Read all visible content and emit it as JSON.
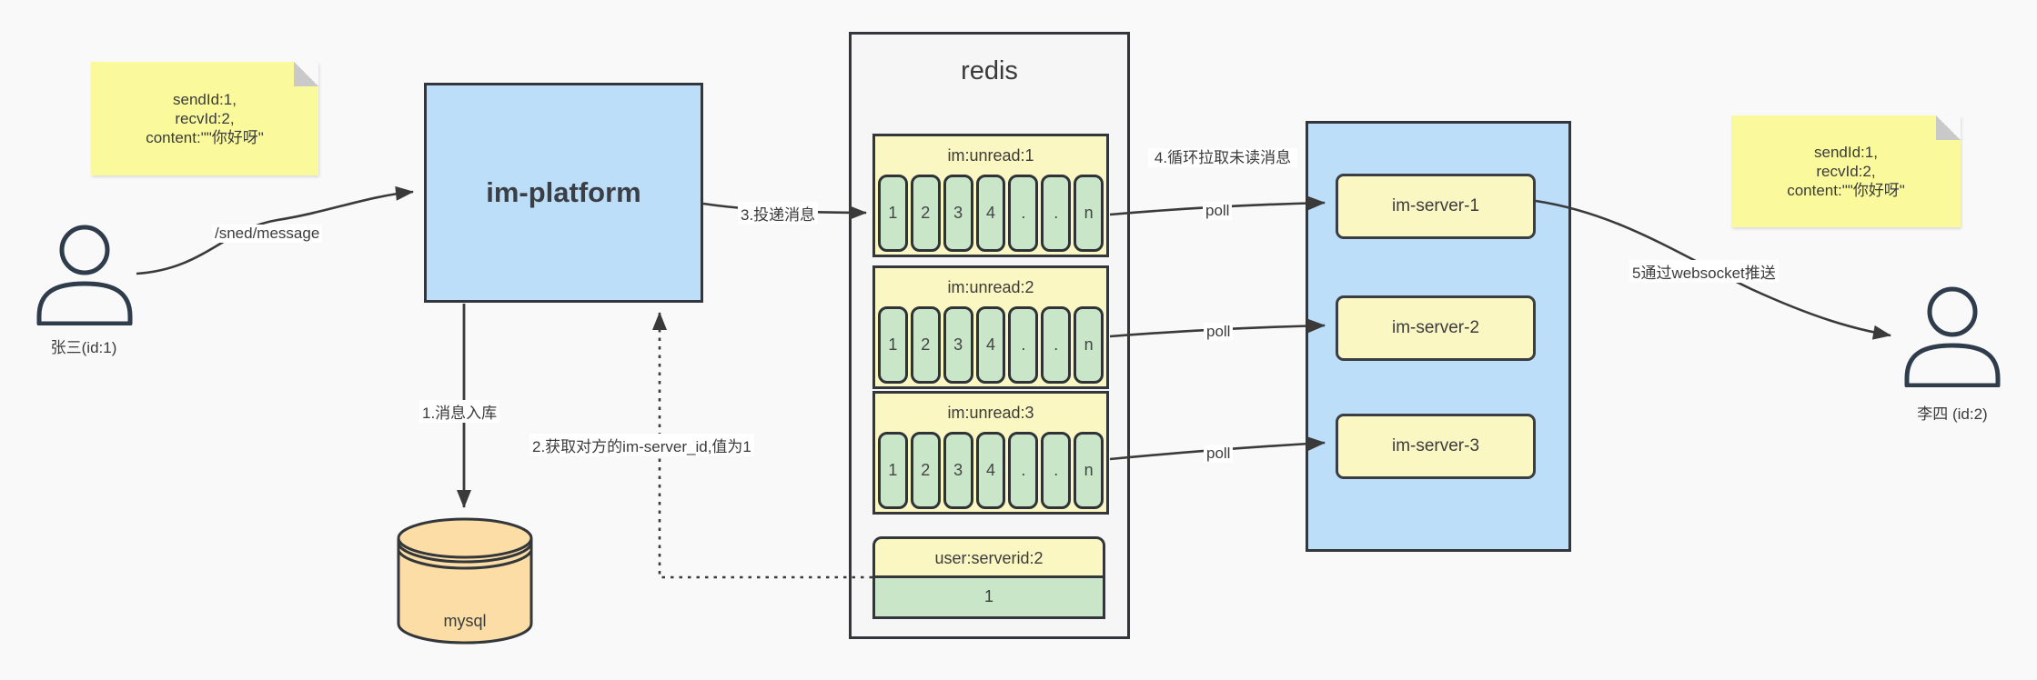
{
  "sticky_left": {
    "line1": "sendId:1,",
    "line2": "recvId:2,",
    "line3": "content:\"\"你好呀\""
  },
  "sticky_right": {
    "line1": "sendId:1,",
    "line2": "recvId:2,",
    "line3": "content:\"\"你好呀\""
  },
  "sender": {
    "label": "张三(id:1)"
  },
  "receiver": {
    "label": "李四  (id:2)"
  },
  "platform": {
    "label": "im-platform"
  },
  "mysql": {
    "label": "mysql"
  },
  "redis": {
    "title": "redis",
    "queues": [
      {
        "name": "im:unread:1",
        "cells": [
          "1",
          "2",
          "3",
          "4",
          ".",
          ".",
          "n"
        ]
      },
      {
        "name": "im:unread:2",
        "cells": [
          "1",
          "2",
          "3",
          "4",
          ".",
          ".",
          "n"
        ]
      },
      {
        "name": "im:unread:3",
        "cells": [
          "1",
          "2",
          "3",
          "4",
          ".",
          ".",
          "n"
        ]
      }
    ],
    "mapping": {
      "key": "user:serverid:2",
      "value": "1"
    }
  },
  "servers": [
    {
      "label": "im-server-1"
    },
    {
      "label": "im-server-2"
    },
    {
      "label": "im-server-3"
    }
  ],
  "labels": {
    "send_api": "/sned/message",
    "step1": "1.消息入库",
    "step2": "2.获取对方的im-server_id,值为1",
    "step3": "3.投递消息",
    "step4": "4.循环拉取未读消息",
    "step5": "5通过websocket推送",
    "poll": "poll"
  },
  "colors": {
    "background": "#f9f9f9",
    "node_blue": "#bcdef8",
    "note_yellow": "#fafa9d",
    "pale_yellow": "#fbf7c3",
    "cell_green": "#c9e6c9",
    "mysql_tan": "#fbdda5",
    "stroke": "#33373b"
  }
}
